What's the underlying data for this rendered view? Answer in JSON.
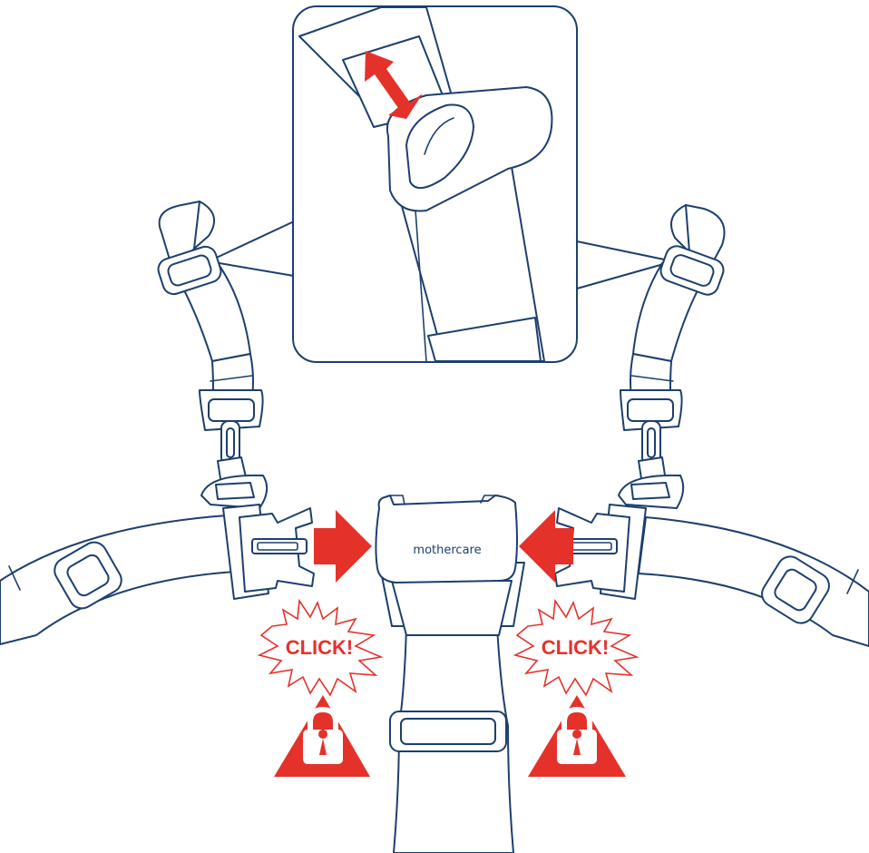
{
  "brand": "mothercare",
  "click_left": "CLICK!",
  "click_right": "CLICK!",
  "colors": {
    "line": "#1c3f6e",
    "accent": "#e4322b",
    "background": "#ffffff"
  },
  "icons": [
    "adjust-double-arrow-icon",
    "push-arrow-right-icon",
    "push-arrow-left-icon",
    "padlock-warning-icon"
  ]
}
